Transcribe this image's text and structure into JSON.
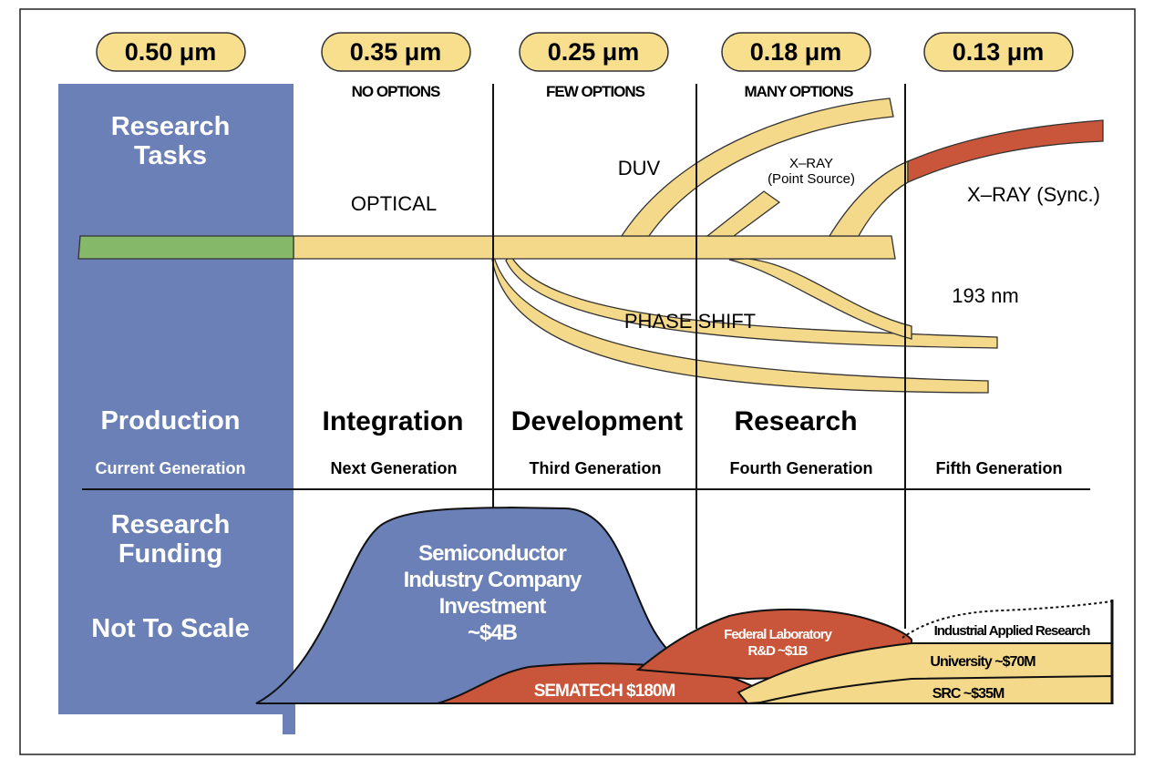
{
  "generations": [
    {
      "node": "0.50 μm",
      "options": "",
      "stage": "Production",
      "generation": "Current Generation"
    },
    {
      "node": "0.35 μm",
      "options": "NO OPTIONS",
      "stage": "Integration",
      "generation": "Next Generation"
    },
    {
      "node": "0.25 μm",
      "options": "FEW OPTIONS",
      "stage": "Development",
      "generation": "Third Generation"
    },
    {
      "node": "0.18 μm",
      "options": "MANY OPTIONS",
      "stage": "Research",
      "generation": "Fourth Generation"
    },
    {
      "node": "0.13 μm",
      "options": "",
      "stage": "",
      "generation": "Fifth Generation"
    }
  ],
  "sidebar": {
    "research_tasks_line1": "Research",
    "research_tasks_line2": "Tasks",
    "research_funding_line1": "Research",
    "research_funding_line2": "Funding",
    "not_to_scale": "Not To Scale"
  },
  "technologies": {
    "optical": "OPTICAL",
    "duv": "DUV",
    "xray_point_line1": "X–RAY",
    "xray_point_line2": "(Point Source)",
    "xray_sync": "X–RAY (Sync.)",
    "nm193": "193 nm",
    "phase_shift": "PHASE SHIFT"
  },
  "funding": {
    "industry_line1": "Semiconductor",
    "industry_line2": "Industry Company",
    "industry_line3": "Investment",
    "industry_line4": "~$4B",
    "sematech": "SEMATECH $180M",
    "federal_line1": "Federal Laboratory",
    "federal_line2": "R&D ~$1B",
    "industrial_applied": "Industrial Applied Research",
    "university": "University ~$70M",
    "src": "SRC ~$35M"
  },
  "colors": {
    "sidebar_blue": "#6a80b6",
    "pill_yellow": "#f7df8e",
    "branch_yellow": "#f5d98a",
    "green": "#86b86a",
    "red": "#c9553a"
  }
}
